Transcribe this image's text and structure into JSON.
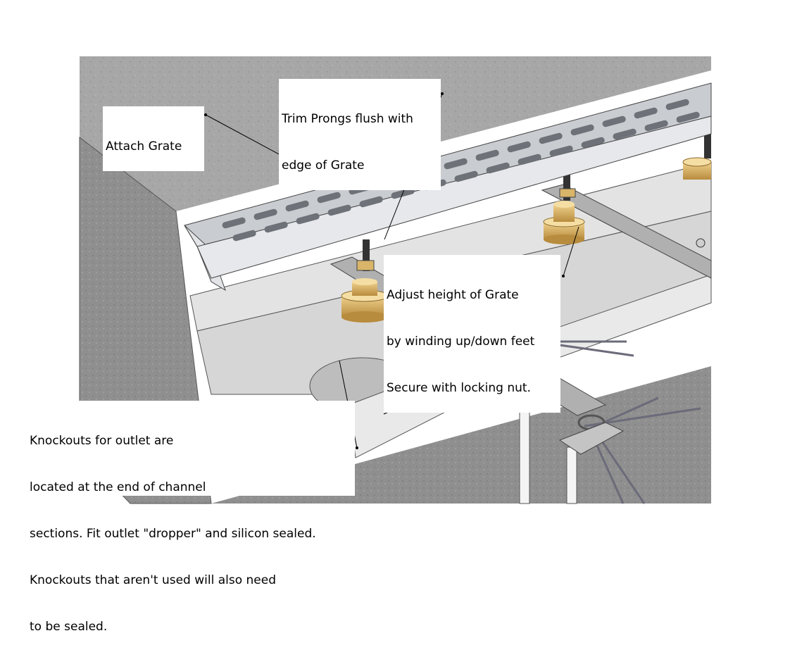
{
  "callouts": {
    "attach_grate": [
      "Attach Grate"
    ],
    "trim_prongs": [
      "Trim Prongs flush with",
      "edge of Grate"
    ],
    "adjust_height": [
      "Adjust height of Grate",
      "by winding up/down feet",
      "Secure with locking nut."
    ],
    "knockouts": [
      "Knockouts for outlet are",
      "located at the end of channel",
      "sections. Fit outlet \"dropper\" and silicon sealed.",
      "Knockouts that aren't used will also need",
      "to be sealed."
    ]
  },
  "colors": {
    "concrete_top": "#a9a9a9",
    "concrete_side": "#8e8e8e",
    "grate_metal": "#c9ccd0",
    "channel_metal": "#d2d2d2",
    "brass_feet": "#d9b56a",
    "leader_line": "#000000"
  }
}
